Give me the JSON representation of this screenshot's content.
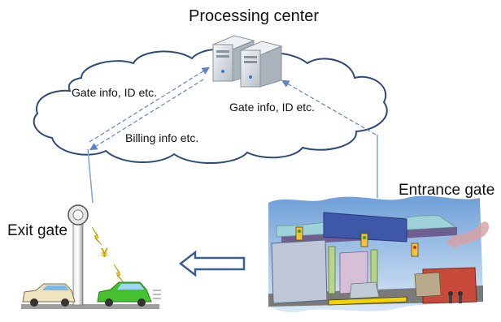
{
  "labels": {
    "processing_center": "Processing center",
    "gate_info_left": "Gate info, ID etc.",
    "gate_info_right": "Gate info, ID etc.",
    "billing_info": "Billing info etc.",
    "entrance_gate": "Entrance gate",
    "exit_gate": "Exit gate",
    "yen_symbol": "¥"
  },
  "colors": {
    "cloud_outline": "#2c4a7c",
    "arrow_dashed": "#5b84c4",
    "connector": "#7fa3cf",
    "flow_arrow": "#3a5f98",
    "car_beige": "#efe4c0",
    "car_green": "#45c12f",
    "lightning": "#f2d21a"
  },
  "icons": [
    "server-icon",
    "car-icon",
    "lightning-icon",
    "yen-icon",
    "toll-plaza-icon"
  ]
}
